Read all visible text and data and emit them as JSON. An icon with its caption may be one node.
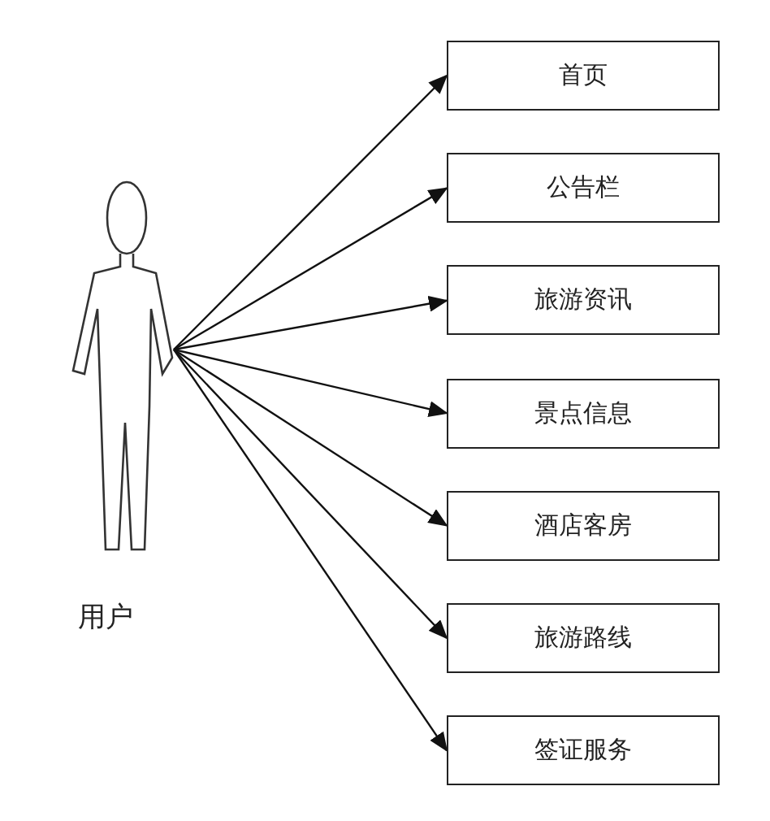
{
  "diagram": {
    "nodes": [
      {
        "text": [
          "用户"
        ]
      },
      {
        "text": [
          "首页"
        ]
      },
      {
        "text": [
          "公告栏"
        ]
      },
      {
        "text": [
          "旅游资讯"
        ]
      },
      {
        "text": [
          "景点信息"
        ]
      },
      {
        "text": [
          "酒店客房"
        ]
      },
      {
        "text": [
          "旅游路线"
        ]
      },
      {
        "text": [
          "签证服务"
        ]
      }
    ],
    "edges": [
      {
        "from": 0,
        "to": 1,
        "arrow": "to"
      },
      {
        "from": 0,
        "to": 2,
        "arrow": "to"
      },
      {
        "from": 0,
        "to": 3,
        "arrow": "to"
      },
      {
        "from": 0,
        "to": 4,
        "arrow": "to"
      },
      {
        "from": 0,
        "to": 5,
        "arrow": "to"
      },
      {
        "from": 0,
        "to": 6,
        "arrow": "to"
      },
      {
        "from": 0,
        "to": 7,
        "arrow": "to"
      }
    ]
  }
}
